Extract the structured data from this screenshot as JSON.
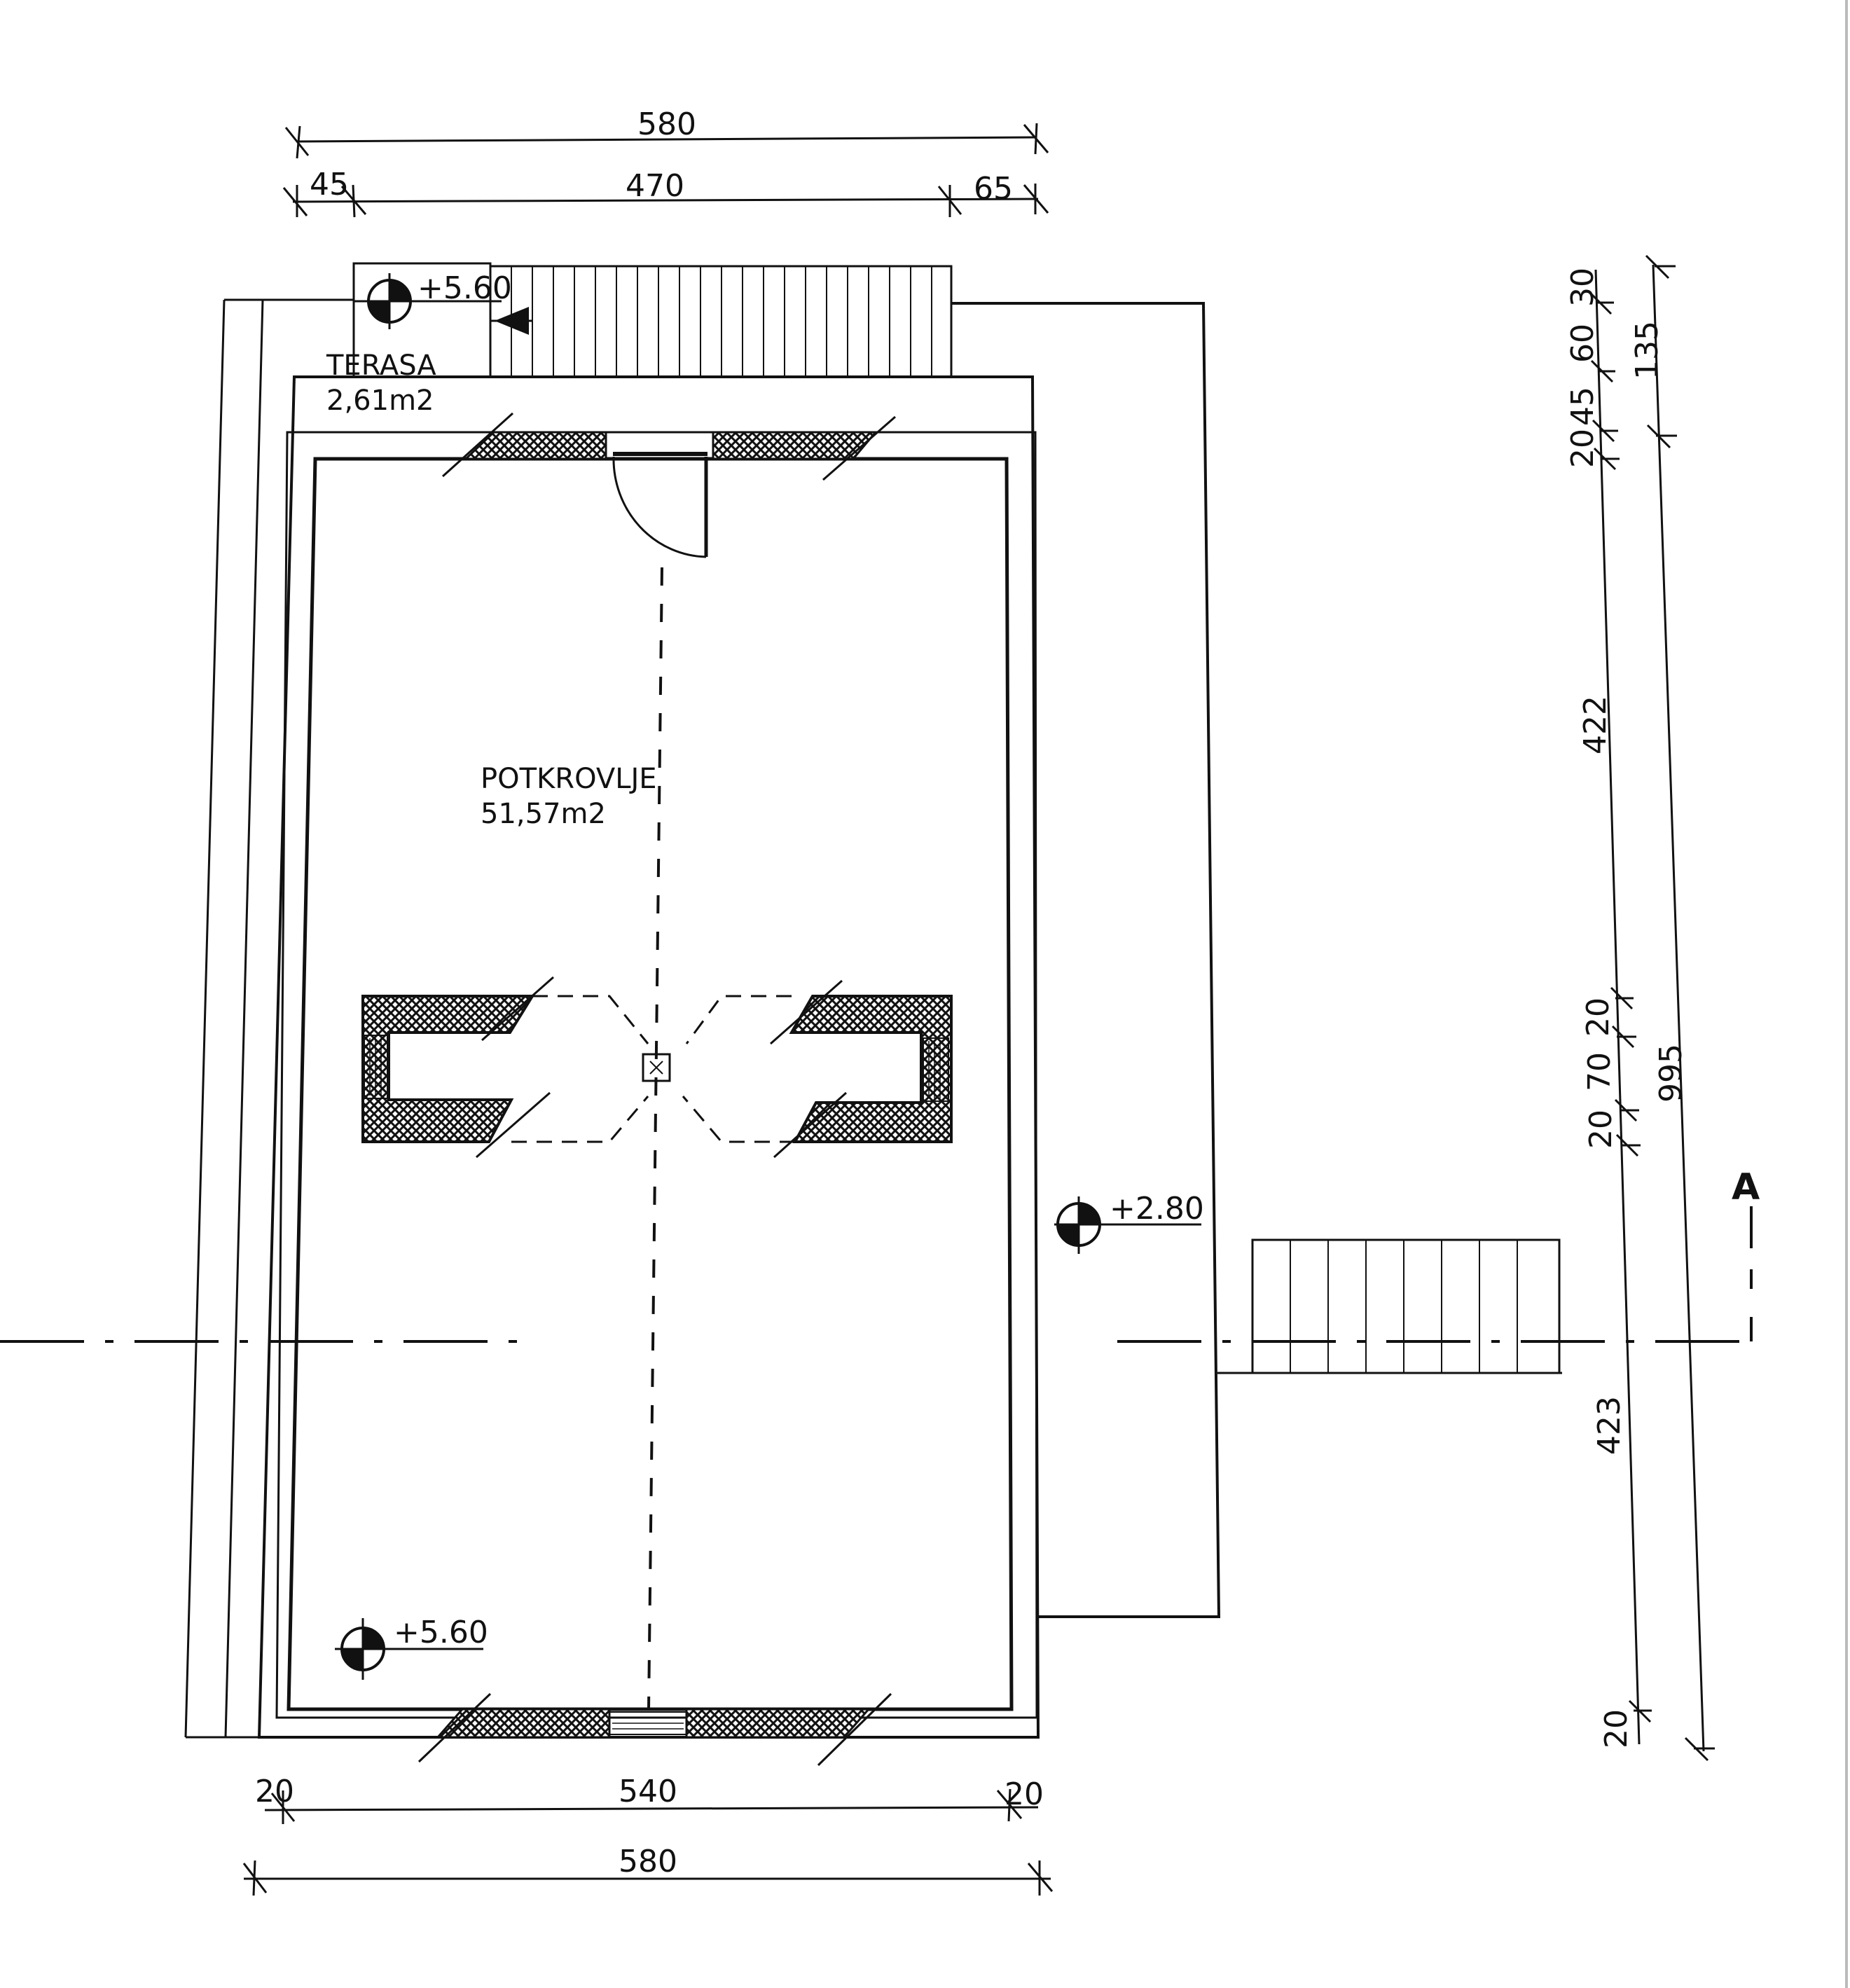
{
  "rooms": {
    "terrace": {
      "name": "TERASA",
      "area": "2,61m2"
    },
    "attic": {
      "name": "POTKROVLJE",
      "area": "51,57m2"
    }
  },
  "levels": {
    "terrace_top": "+5.60",
    "attic_bottom": "+5.60",
    "stair_landing": "+2.80"
  },
  "section_marker": "A",
  "dimensions": {
    "top_total": "580",
    "top_left": "45",
    "top_middle": "470",
    "top_right": "65",
    "bottom_left": "20",
    "bottom_middle": "540",
    "bottom_right": "20",
    "bottom_total": "580",
    "right_inner": [
      "30",
      "60",
      "45",
      "20",
      "422",
      "20",
      "70",
      "20",
      "423",
      "20"
    ],
    "right_outer": [
      "135",
      "995"
    ]
  },
  "colors": {
    "ink": "#111111",
    "paper": "#ffffff"
  }
}
